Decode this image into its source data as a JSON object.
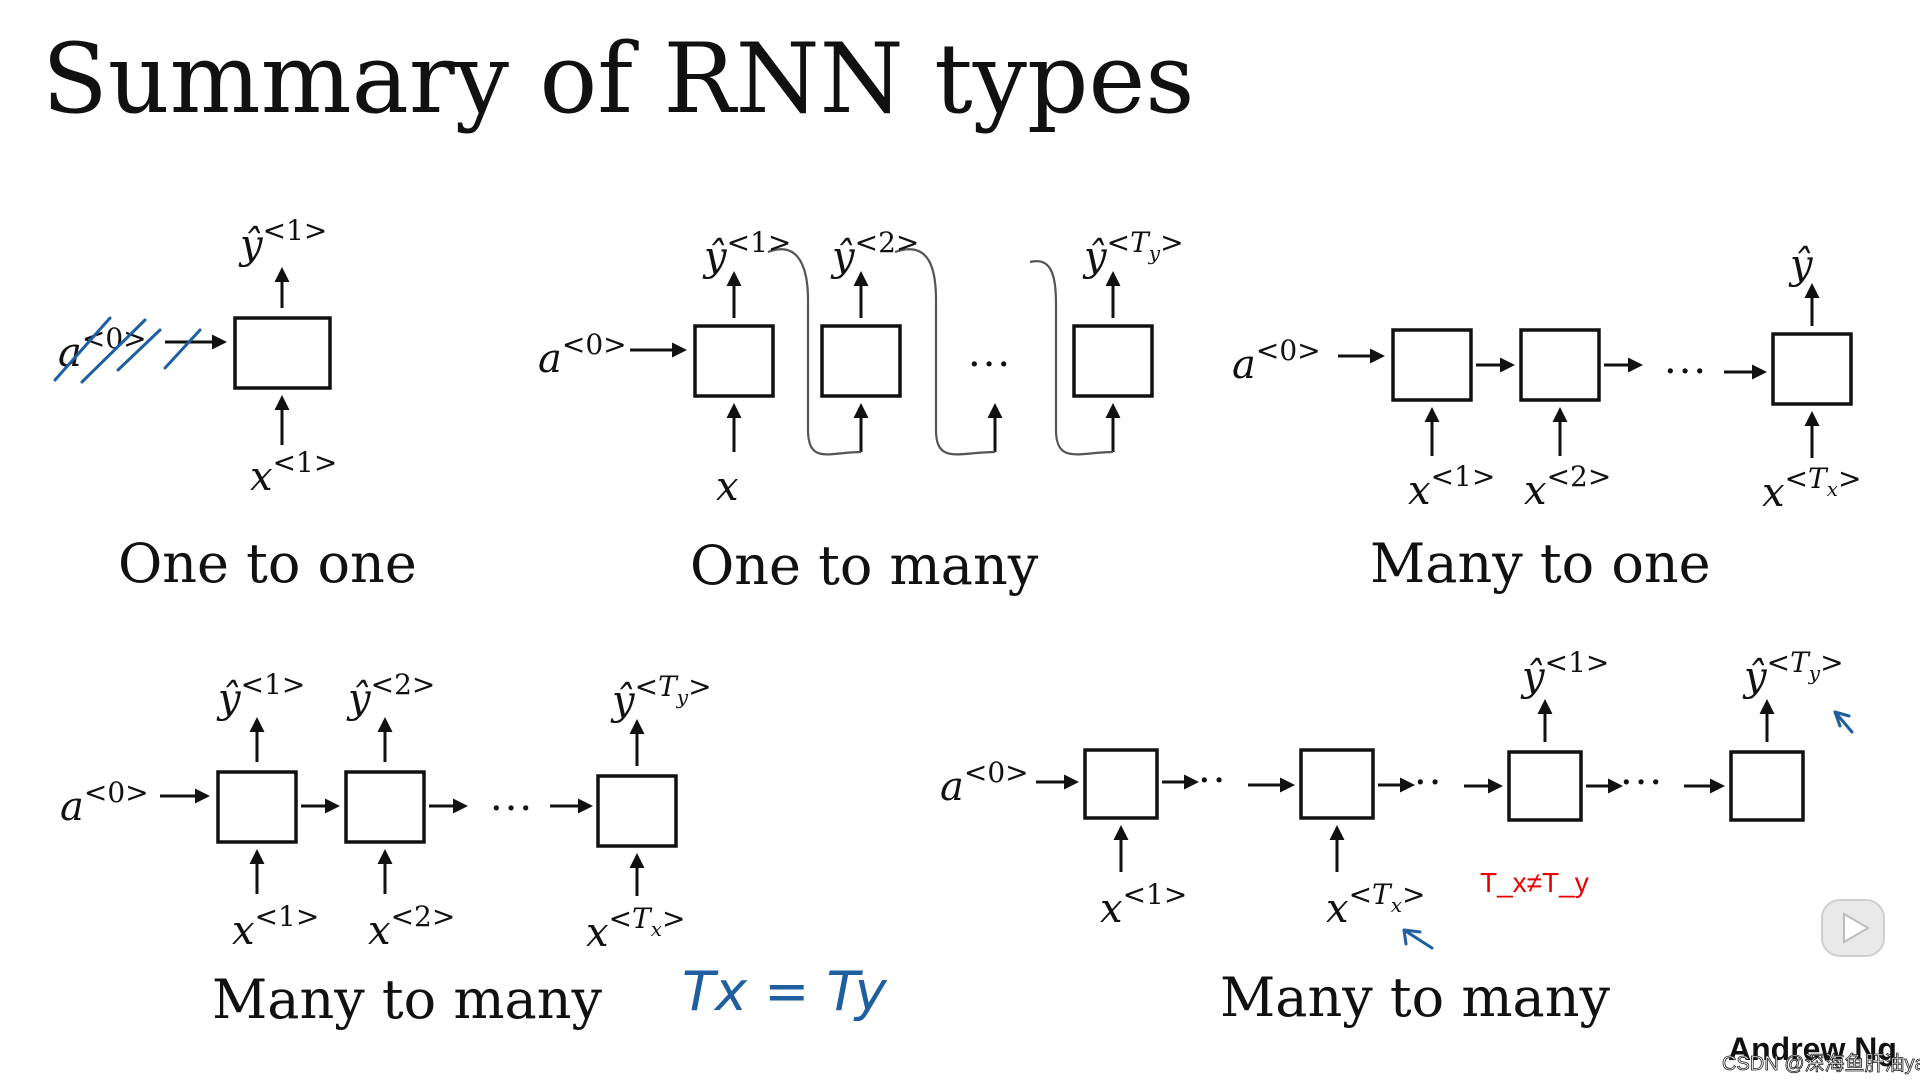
{
  "title": "Summary of RNN types",
  "author": "Andrew Ng",
  "watermark": "CSDN @深海鱼肝油ya",
  "symbols": {
    "y_hat": "ŷ",
    "x": "x",
    "a": "a",
    "ellipsis": "···",
    "ellipsis_short": "··",
    "sup_0": "<0>",
    "sup_1": "<1>",
    "sup_2": "<2>",
    "sup_open": "<",
    "sup_close": ">",
    "T": "T",
    "sub_x": "x",
    "sub_y": "y"
  },
  "diagrams": [
    {
      "caption": "One to one"
    },
    {
      "caption": "One to many"
    },
    {
      "caption": "Many to one"
    },
    {
      "caption": "Many to many",
      "ink_note": "Tx = Ty"
    },
    {
      "caption": "Many to many",
      "note": "T_x≠T_y"
    }
  ],
  "colors": {
    "ink": "#1f5fa0",
    "note": "#e60000",
    "text": "#111111"
  }
}
